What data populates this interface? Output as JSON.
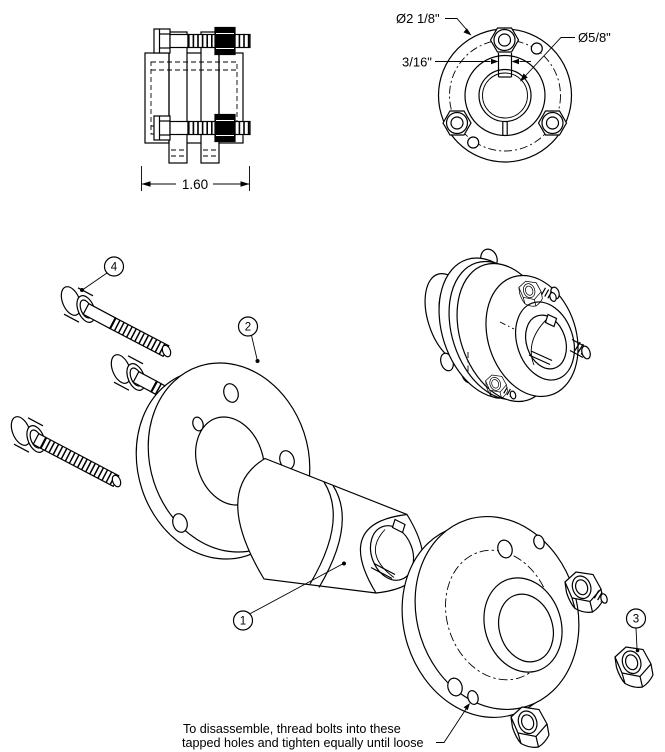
{
  "colors": {
    "background": "#ffffff",
    "line": "#000000"
  },
  "views": {
    "side": {
      "dimension_overall": "1.60"
    },
    "front": {
      "outer_diameter": "Ø2 1/8\"",
      "bore_diameter": "Ø5/8\"",
      "keyway_width": "3/16\""
    },
    "exploded": {
      "callouts": [
        {
          "label": "1"
        },
        {
          "label": "2"
        },
        {
          "label": "3"
        },
        {
          "label": "4"
        }
      ],
      "note": {
        "line1": "To disassemble, thread bolts into these",
        "line2": "tapped holes and tighten equally until loose"
      }
    }
  }
}
